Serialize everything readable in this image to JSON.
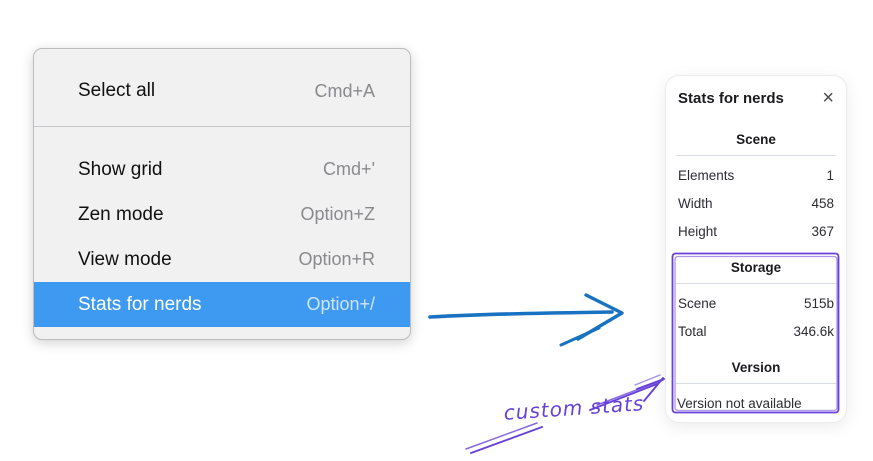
{
  "menu": {
    "groups": [
      {
        "items": [
          {
            "label": "Select all",
            "shortcut": "Cmd+A",
            "highlighted": false
          }
        ]
      },
      {
        "items": [
          {
            "label": "Show grid",
            "shortcut": "Cmd+'",
            "highlighted": false
          },
          {
            "label": "Zen mode",
            "shortcut": "Option+Z",
            "highlighted": false
          },
          {
            "label": "View mode",
            "shortcut": "Option+R",
            "highlighted": false
          },
          {
            "label": "Stats for nerds",
            "shortcut": "Option+/",
            "highlighted": true
          }
        ]
      }
    ]
  },
  "stats_panel": {
    "title": "Stats for nerds",
    "close_icon": "×",
    "sections": [
      {
        "heading": "Scene",
        "rows": [
          {
            "label": "Elements",
            "value": "1"
          },
          {
            "label": "Width",
            "value": "458"
          },
          {
            "label": "Height",
            "value": "367"
          }
        ]
      },
      {
        "heading": "Storage",
        "rows": [
          {
            "label": "Scene",
            "value": "515b"
          },
          {
            "label": "Total",
            "value": "346.6k"
          }
        ]
      },
      {
        "heading": "Version",
        "note": "Version not available"
      }
    ]
  },
  "annotations": {
    "label": "custom stats",
    "blue_arrow": "arrow from highlighted menu item to stats panel",
    "violet_box": "hand-drawn box around Storage and Version sections"
  },
  "colors": {
    "highlight_blue": "#3d9af0",
    "arrow_blue": "#1971c2",
    "violet": "#6741d9",
    "menu_bg": "#f1f1f2",
    "panel_bg": "#ffffff"
  }
}
